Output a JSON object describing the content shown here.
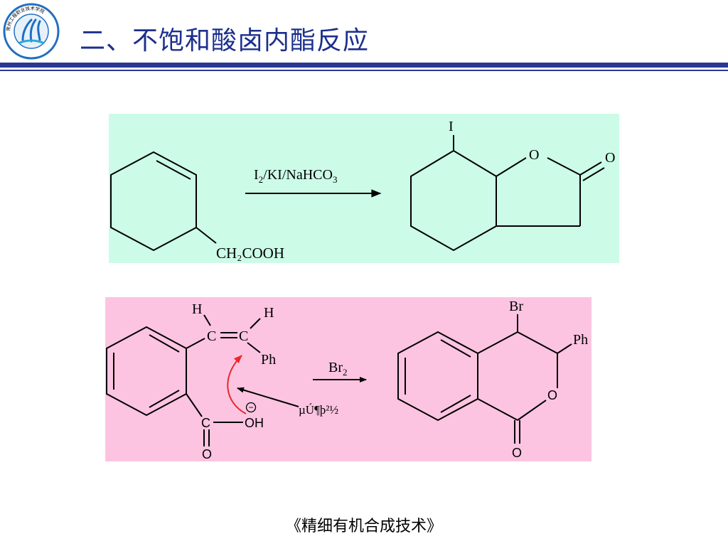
{
  "header": {
    "title": "二、不饱和酸卤内酯反应",
    "logo_ring_text": "常州工程职业技术学院"
  },
  "reaction_1": {
    "reactant_substituent": "CH₂COOH",
    "reagent_I": "I",
    "reagent_sub2": "2",
    "reagent_mid": "/KI/NaHCO",
    "reagent_sub3": "3",
    "product_iodo": "I",
    "product_ring_o": "O",
    "product_carbonyl_o": "O"
  },
  "reaction_2": {
    "h_left": "H",
    "h_right": "H",
    "alkene_c1": "C",
    "alkene_c2": "C",
    "phenyl": "Ph",
    "carboxyl_c": "C",
    "hydroxyl": "OH",
    "carbonyl_o": "O",
    "charge": "−",
    "annotation": "µÚ¶þ²½",
    "reagent_Br": "Br",
    "reagent_sub2": "2",
    "product_bromo": "Br",
    "product_phenyl": "Ph",
    "product_ring_o": "O",
    "product_carbonyl_o": "O"
  },
  "footer": {
    "text": "《精细有机合成技术》"
  },
  "colors": {
    "title_blue": "#1c2f8c",
    "rule_blue": "#2a3894",
    "panel_1_bg": "#ccfbe8",
    "panel_2_bg": "#fcc4e1",
    "arrow_red": "#e8282e"
  }
}
